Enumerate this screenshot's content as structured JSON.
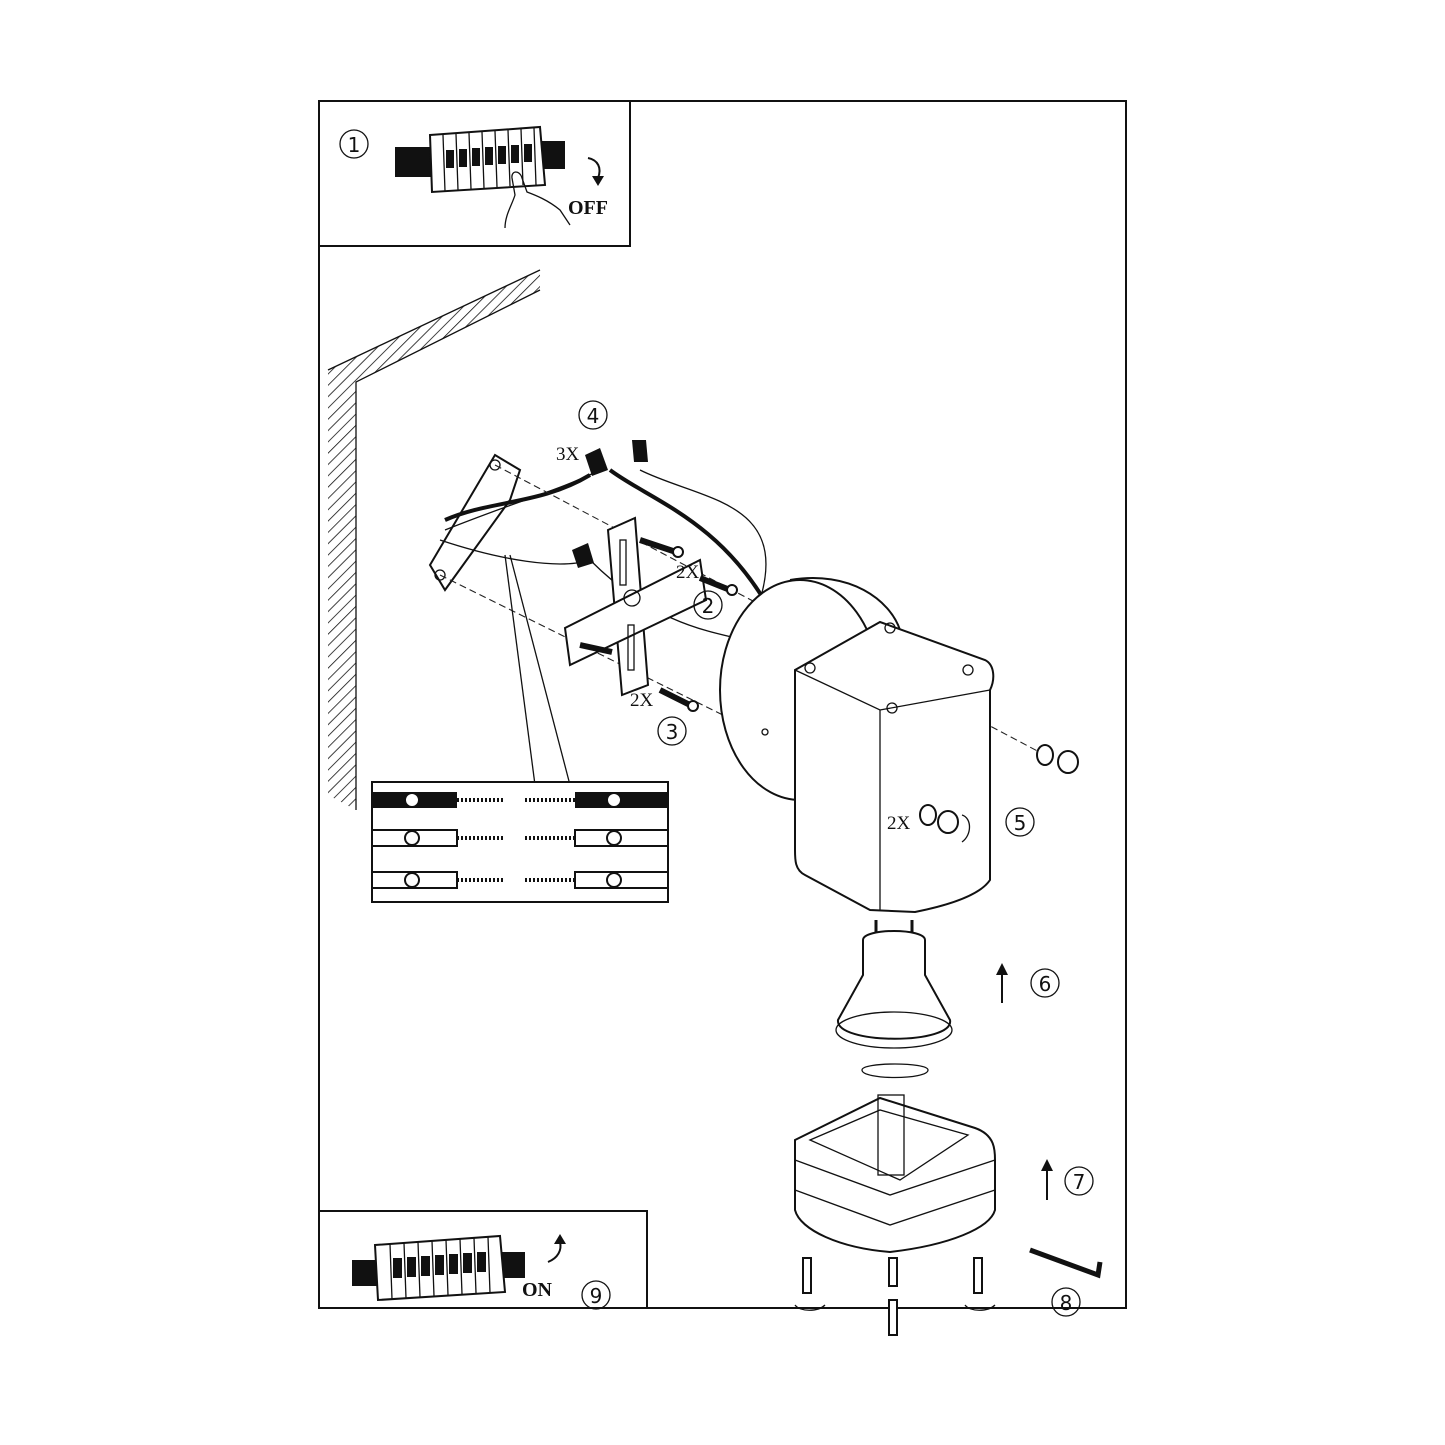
{
  "steps": {
    "s1": "1",
    "s2": "2",
    "s3": "3",
    "s4": "4",
    "s5": "5",
    "s6": "6",
    "s7": "7",
    "s8": "8",
    "s9": "9"
  },
  "labels": {
    "off": "OFF",
    "on": "ON",
    "qty_wire_connectors": "3X",
    "qty_bracket_screws": "2X",
    "qty_mount_screws": "2X",
    "qty_cap_nuts": "2X"
  },
  "icons": [
    "circuit-breaker-icon",
    "hand-icon",
    "wall-icon",
    "wire-connector-icon",
    "screw-icon",
    "nut-icon",
    "lamp-bulb-icon",
    "hex-key-icon"
  ]
}
